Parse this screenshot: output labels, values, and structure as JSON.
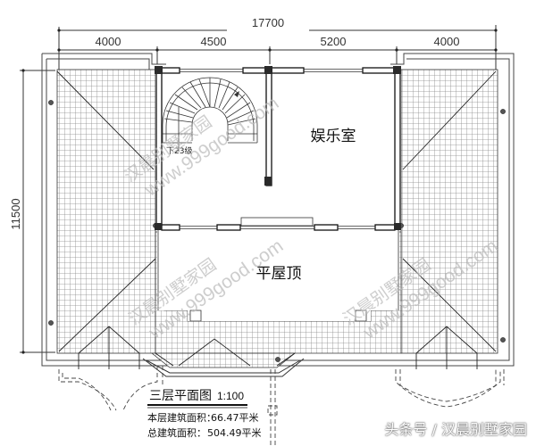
{
  "dimensions": {
    "total_width": "17700",
    "segments": [
      "4000",
      "4500",
      "5200",
      "4000"
    ],
    "depth": "11500"
  },
  "rooms": {
    "entertainment_room": "娱乐室",
    "flat_roof": "平屋顶",
    "stair_label": "下23级"
  },
  "title": {
    "name": "三层平面图",
    "scale": "1:100"
  },
  "areas": {
    "floor_area_label": "本层建筑面积：",
    "floor_area_value": "66.47平米",
    "total_area_label": "总建筑面积：",
    "total_area_value": "504.49平米"
  },
  "watermarks": [
    {
      "cn": "汉晨别墅家园",
      "url": "www.999good.com"
    },
    {
      "cn": "汉晨别墅家园",
      "url": "www.999good.com"
    },
    {
      "cn": "汉晨别墅家园",
      "url": "www.999good.com"
    }
  ],
  "footer": {
    "text": "头条号 / 汉晨别墅家园"
  },
  "colors": {
    "line": "#222222",
    "grid": "#8a8a8a",
    "wall_fill": "#ffffff",
    "column": "#333333",
    "watermark": "#bdbdbd"
  }
}
